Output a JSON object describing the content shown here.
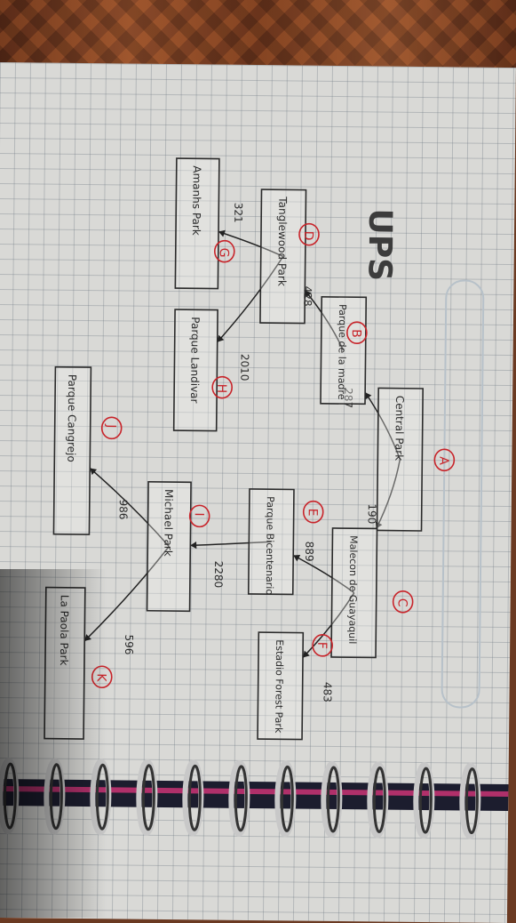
{
  "notebook": {
    "brand": "UPS"
  },
  "nodes": [
    {
      "id": "A",
      "label": "Central Park"
    },
    {
      "id": "B",
      "label": "Parque de la madre"
    },
    {
      "id": "C",
      "label": "Malecon de Guayaquil"
    },
    {
      "id": "D",
      "label": "Tanglewood Park"
    },
    {
      "id": "E",
      "label": "Parque Bicentenario"
    },
    {
      "id": "F",
      "label": "Estadio Forest Park"
    },
    {
      "id": "G",
      "label": "Amanhs Park"
    },
    {
      "id": "H",
      "label": "Parque Landivar"
    },
    {
      "id": "I",
      "label": "Michael Park"
    },
    {
      "id": "J",
      "label": "Parque Cangrejo"
    },
    {
      "id": "K",
      "label": "La Paola Park"
    }
  ],
  "edges": [
    {
      "from": "A",
      "to": "B",
      "weight": "287"
    },
    {
      "from": "A",
      "to": "C",
      "weight": "190"
    },
    {
      "from": "B",
      "to": "D",
      "weight": "428"
    },
    {
      "from": "C",
      "to": "E",
      "weight": "889"
    },
    {
      "from": "C",
      "to": "F",
      "weight": "483"
    },
    {
      "from": "D",
      "to": "G",
      "weight": "321"
    },
    {
      "from": "D",
      "to": "H",
      "weight": "2010"
    },
    {
      "from": "E",
      "to": "I",
      "weight": "2280"
    },
    {
      "from": "I",
      "to": "J",
      "weight": "986"
    },
    {
      "from": "I",
      "to": "K",
      "weight": "596"
    }
  ],
  "colors": {
    "ink": "#222222",
    "letters": "#c8242a",
    "paper": "#d9d9d6",
    "grid": "#6e7882"
  }
}
